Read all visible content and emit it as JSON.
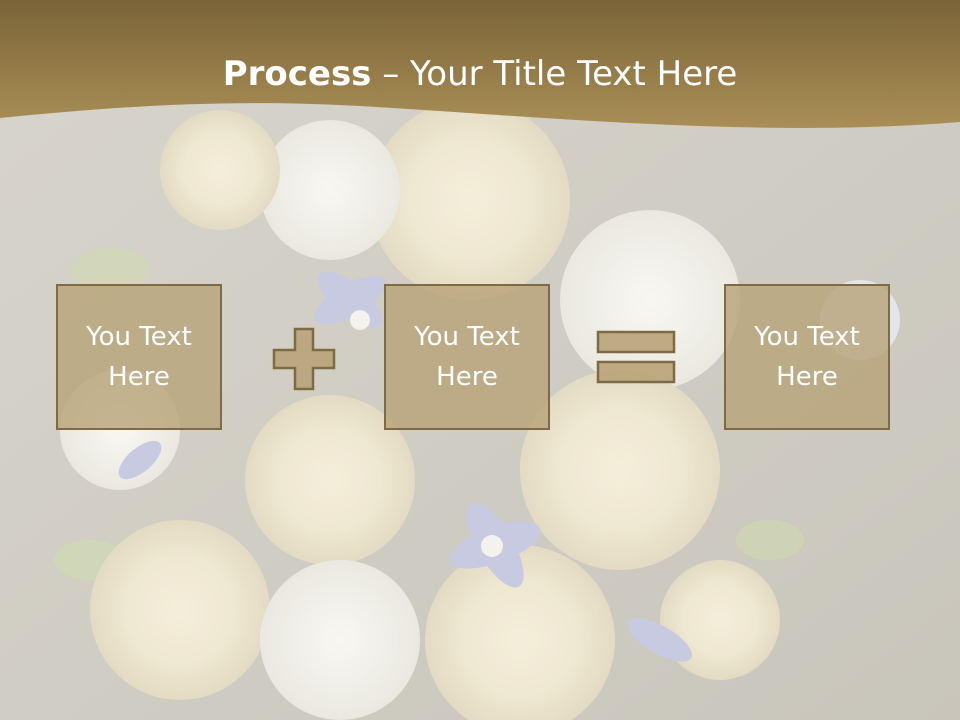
{
  "slide": {
    "title_bold": "Process",
    "title_rest": " – Your Title Text Here",
    "boxes": [
      {
        "line1": "You Text",
        "line2": "Here"
      },
      {
        "line1": "You Text",
        "line2": "Here"
      },
      {
        "line1": "You Text",
        "line2": "Here"
      }
    ],
    "operators": [
      "plus-icon",
      "equals-icon"
    ]
  },
  "colors": {
    "title_band": "#8a7444",
    "box_fill": "#b8a378",
    "box_border": "#7e6a45",
    "operator_fill": "#b8a378",
    "text": "#ffffff",
    "background": "#d5d2c6"
  }
}
